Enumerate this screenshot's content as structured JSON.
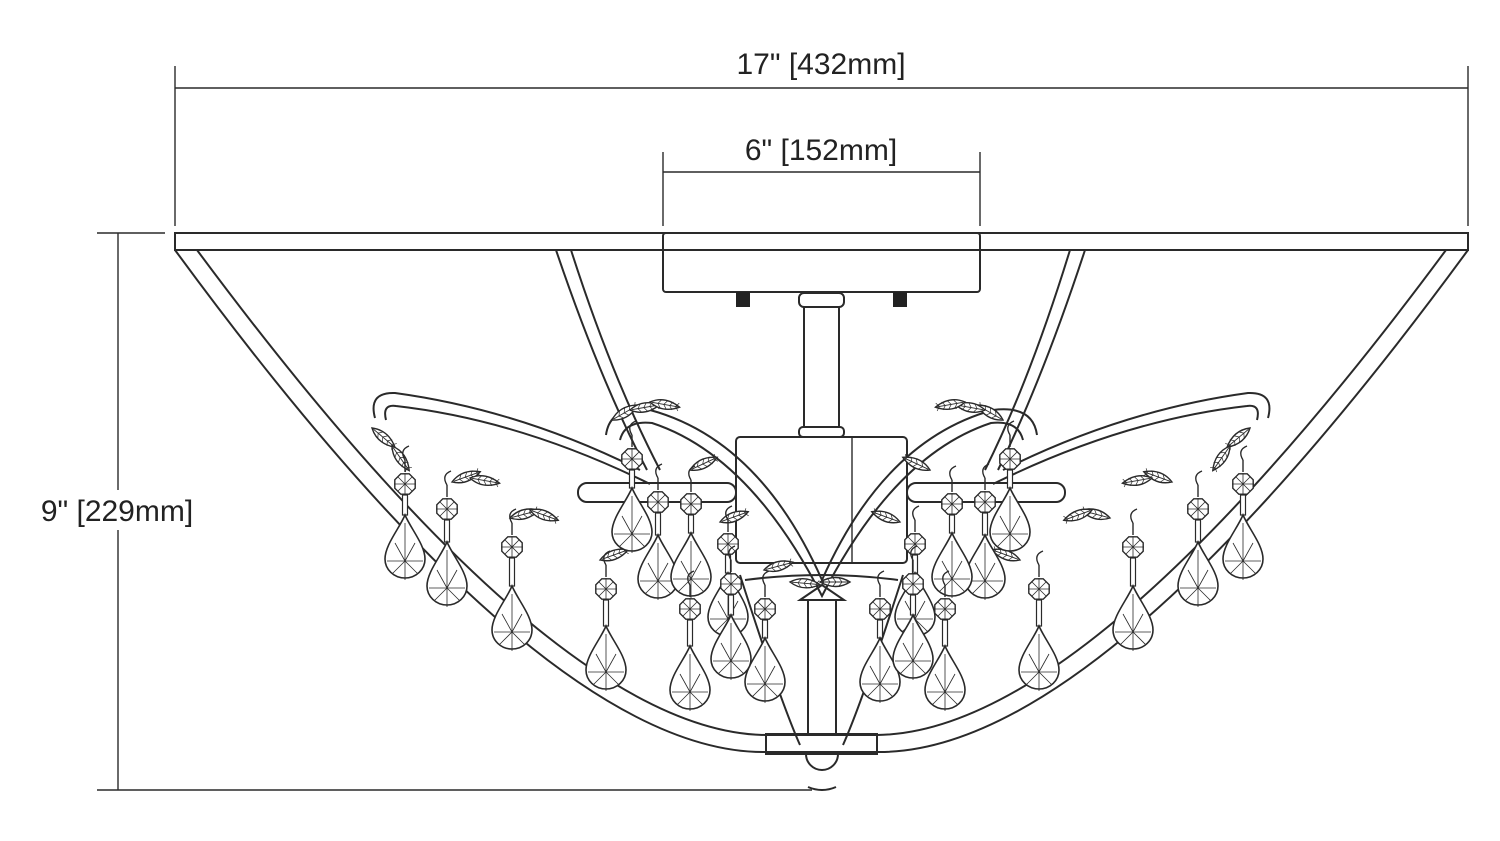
{
  "dimensions": {
    "overall_width": "17\" [432mm]",
    "canopy_width": "6\" [152mm]",
    "overall_height": "9\" [229mm]"
  },
  "colors": {
    "line": "#2a2a2a",
    "background": "#ffffff",
    "fastener": "#222222"
  }
}
